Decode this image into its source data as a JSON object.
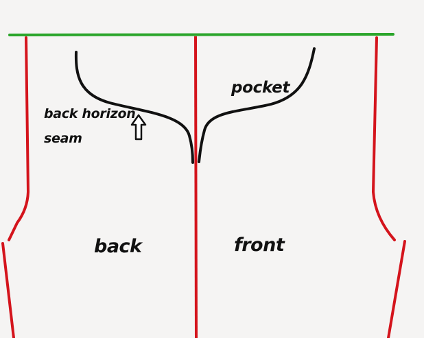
{
  "colors": {
    "background": "#f5f4f3",
    "waistline": "#2aa52a",
    "seams": "#d4141c",
    "pocket_curve": "#111111",
    "text": "#111111"
  },
  "labels": {
    "pocket": "pocket",
    "back_seam_line1": "back horizon",
    "back_seam_line2": "seam",
    "back": "back",
    "front": "front"
  },
  "icons": {
    "pointer": "up-arrow-icon"
  }
}
